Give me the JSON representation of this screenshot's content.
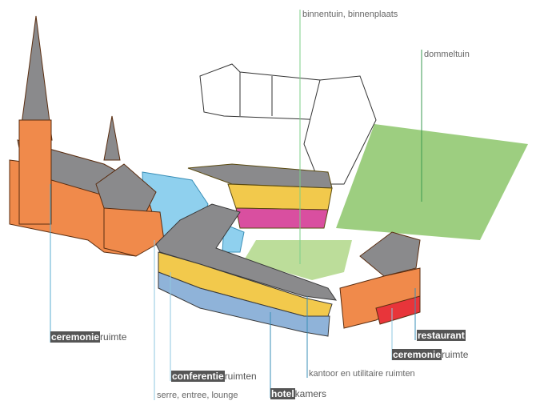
{
  "labels": {
    "ceremonie_left": {
      "bold": "ceremonie",
      "rest": "ruimte"
    },
    "serre": "serre, entree, lounge",
    "conferentie": {
      "bold": "conferentie",
      "rest": "ruimten"
    },
    "hotel": {
      "bold": "hotel",
      "rest": "kamers"
    },
    "kantoor": "kantoor en utilitaire ruimten",
    "restaurant": {
      "bold": "restaurant"
    },
    "ceremonie_right": {
      "bold": "ceremonie",
      "rest": "ruimte"
    },
    "binnentuin": "binnentuin, binnenplaats",
    "dommeltuin": "dommeltuin"
  },
  "colors": {
    "church": "#f08a4b",
    "roof": "#8a8a8c",
    "hotel_yellow": "#f2c94c",
    "office_blue": "#8fb3d9",
    "glass": "#8fd0ee",
    "restaurant_red": "#e8353a",
    "pink": "#d94fa0",
    "lawn": "#8cc56a",
    "leader_blue": "#5aaed0",
    "leader_green": "#7ccf8a"
  }
}
